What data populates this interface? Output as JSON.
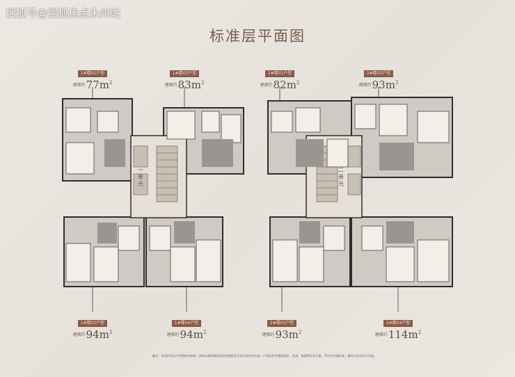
{
  "watermark": "搜狐号@搜狐焦点永州站",
  "title": "标准层平面图",
  "core_labels": [
    "一单元",
    "二单元"
  ],
  "units_top": [
    {
      "tag": "1#楼01户型",
      "prefix": "建面约",
      "area": "77",
      "unit": "m",
      "sup": "2"
    },
    {
      "tag": "1#楼02户型",
      "prefix": "建面约",
      "area": "83",
      "unit": "m",
      "sup": "2"
    },
    {
      "tag": "2#楼01户型",
      "prefix": "建面约",
      "area": "82",
      "unit": "m",
      "sup": "2"
    },
    {
      "tag": "2#楼02户型",
      "prefix": "建面约",
      "area": "93",
      "unit": "m",
      "sup": "2"
    }
  ],
  "units_bottom": [
    {
      "tag": "1#楼03户型",
      "prefix": "建面约",
      "area": "94",
      "unit": "m",
      "sup": "2"
    },
    {
      "tag": "1#楼04户型",
      "prefix": "建面约",
      "area": "94",
      "unit": "m",
      "sup": "2"
    },
    {
      "tag": "2#楼03户型",
      "prefix": "建面约",
      "area": "93",
      "unit": "m",
      "sup": "2"
    },
    {
      "tag": "2#楼04户型",
      "prefix": "建面约",
      "area": "114",
      "unit": "m",
      "sup": "2"
    }
  ],
  "footnote": "备注：本资料所示户型图仅供参考，具体以政府最终批准的图纸及买卖合同约定为准，户型面积为建筑面积，家具、电器等均为示意，不作为交楼标准，最终以实际交付为准。"
}
